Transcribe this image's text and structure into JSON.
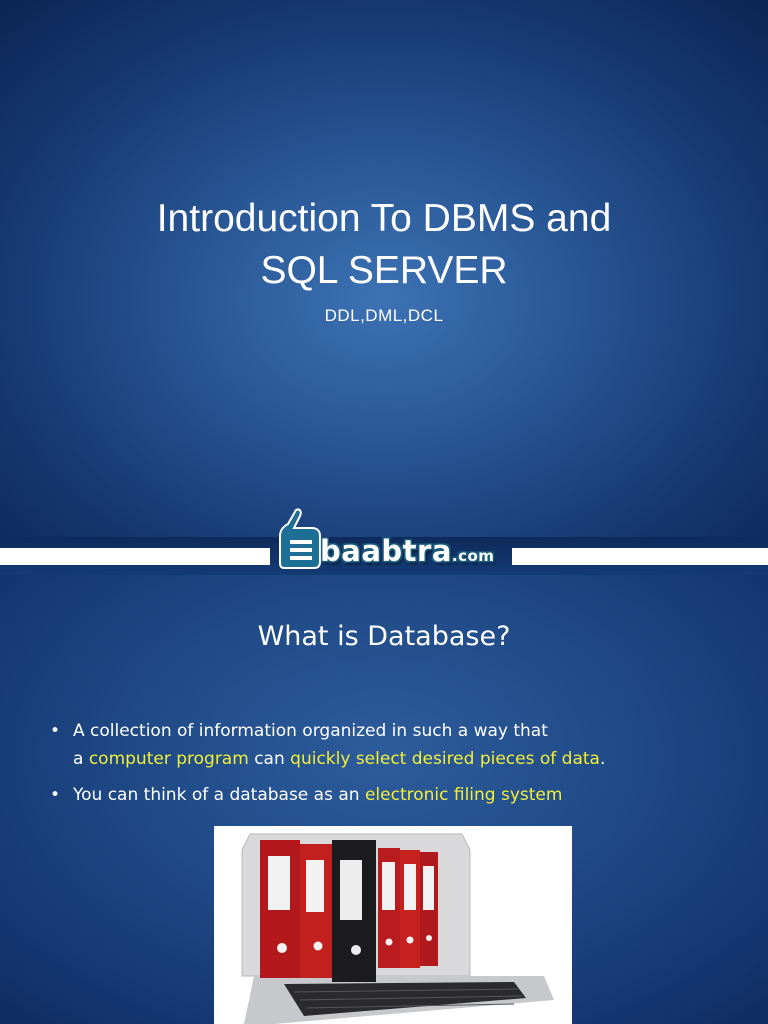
{
  "slide1": {
    "title_line1": "Introduction To DBMS and",
    "title_line2": "SQL SERVER",
    "subtitle": "DDL,DML,DCL"
  },
  "logo": {
    "name": "baabtra",
    "suffix": ".com",
    "icon": "baabtra-logo-icon"
  },
  "slide2": {
    "title": "What is Database?",
    "bullets": [
      {
        "parts": [
          "A collection of information organized in such a way that",
          "a ",
          "computer program",
          " can ",
          "quickly select desired pieces of data",
          "."
        ]
      },
      {
        "parts": [
          "You can think of a database as an ",
          "electronic filing system"
        ]
      }
    ],
    "image_icon": "binders-on-laptop-image"
  },
  "colors": {
    "highlight": "#f2ee3a",
    "text": "#ffffff",
    "background": "#1f4a86"
  }
}
